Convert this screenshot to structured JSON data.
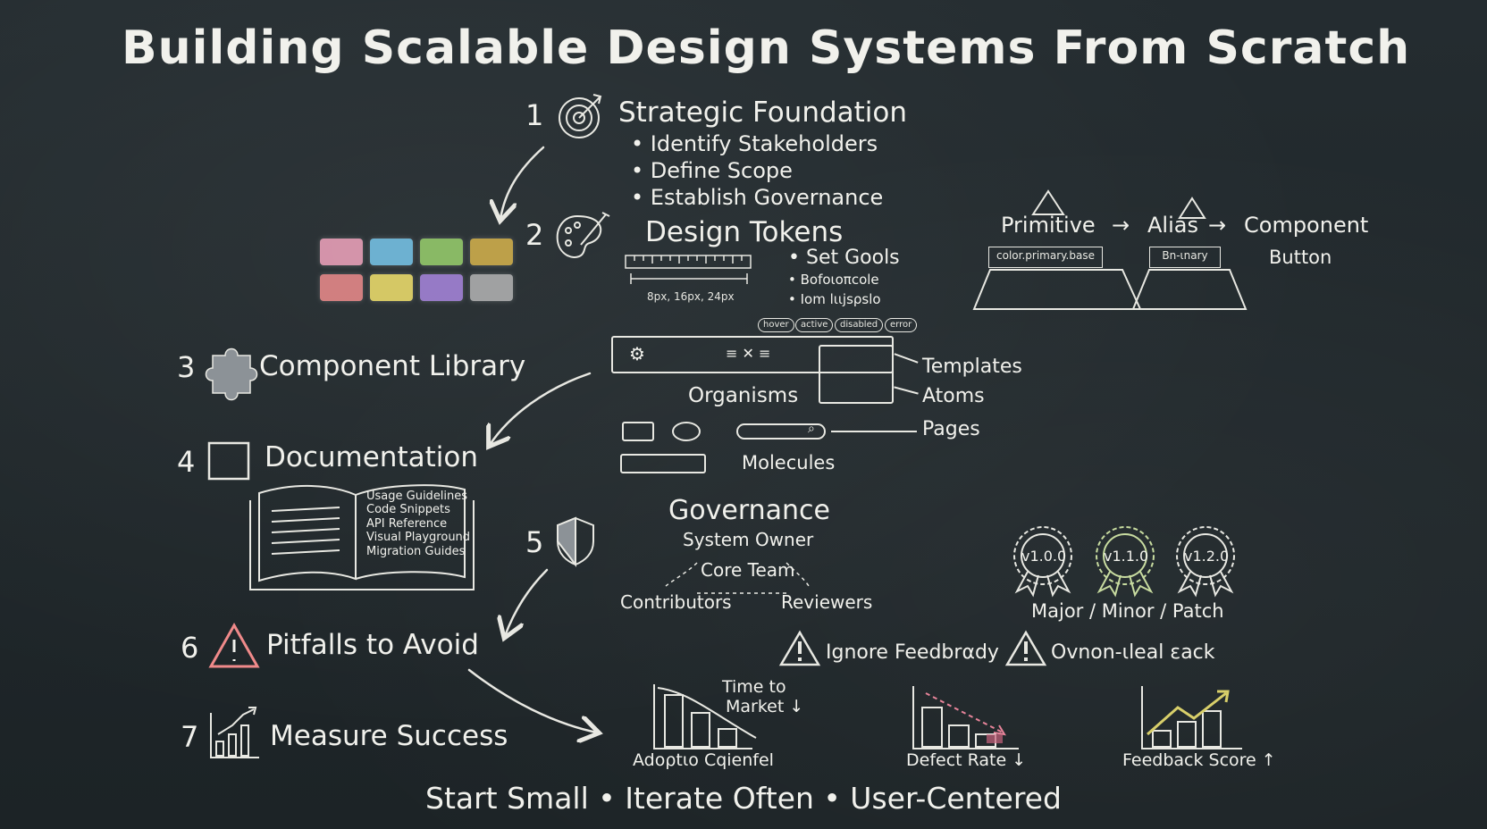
{
  "title": "Building Scalable Design Systems From Scratch",
  "steps": {
    "s1": {
      "num": "1",
      "label": "Strategic Foundation",
      "bullets": [
        "Identify Stakeholders",
        "Define Scope",
        "Establish Governance"
      ]
    },
    "s2": {
      "num": "2",
      "label": "Design Tokens",
      "spacing": "8px, 16px, 24px",
      "bullets": [
        "Set Gools",
        "Bofoιoπcole",
        "Ιom lιιjsρslo"
      ]
    },
    "s3": {
      "num": "3",
      "label": "Component Library"
    },
    "s4": {
      "num": "4",
      "label": "Documentation",
      "book_lines": [
        "Usage Guidelines",
        "Code Snippets",
        "API Reference",
        "Visual Playground",
        "Migration Guides"
      ]
    },
    "s5": {
      "num": "5",
      "label": "Governance"
    },
    "s6": {
      "num": "6",
      "label": "Pitfalls to Avoid"
    },
    "s7": {
      "num": "7",
      "label": "Measure Success"
    }
  },
  "token_flow": {
    "primitive": "Primitive",
    "alias": "Alias",
    "component": "Component",
    "button": "Button",
    "arrow": "→",
    "primitive_token": "color.primary.base",
    "alias_token": "Bn-ιnary"
  },
  "states": [
    "hover",
    "active",
    "disabled",
    "error"
  ],
  "atomic": {
    "organisms": "Organisms",
    "molecules": "Molecules",
    "templates": "Templates",
    "atoms": "Atoms",
    "pages": "Pages",
    "toolbar_symbol": "≡ ✕ ≡"
  },
  "governance": {
    "owner": "System Owner",
    "core": "Core Team",
    "contributors": "Contributors",
    "reviewers": "Reviewers"
  },
  "versions": {
    "badges": [
      "v1.0.0",
      "v1.1.0",
      "v1.2.0"
    ],
    "caption": "Major / Minor / Patch"
  },
  "pitfalls": [
    "Ignore Feedbrαdy",
    "Ovnon-ιleal εack"
  ],
  "metrics": {
    "chart1_label": "Adoρtιo Cqienfel",
    "chart1_annotation_line1": "Time to",
    "chart1_annotation_line2": "Market ↓",
    "chart2_label": "Defect Rate ↓",
    "chart3_label": "Feedback Score ↑"
  },
  "footer": "Start Small • Iterate Often • User-Centered",
  "colors": {
    "board": "#1f272b",
    "chalk": "#f1f1ec",
    "chip_pink": "#f2a5bf",
    "chip_blue": "#79c7ec",
    "chip_green": "#9ad16e",
    "chip_yellow_green": "#d7b44d",
    "chip_salmon": "#ef8d8d",
    "chip_yellow": "#f3e36e",
    "chip_purple": "#a987df",
    "chip_gray": "#b5b5b5",
    "warning": "#f08a8a",
    "trend": "#d8cf6a",
    "defect": "#e7849a"
  }
}
